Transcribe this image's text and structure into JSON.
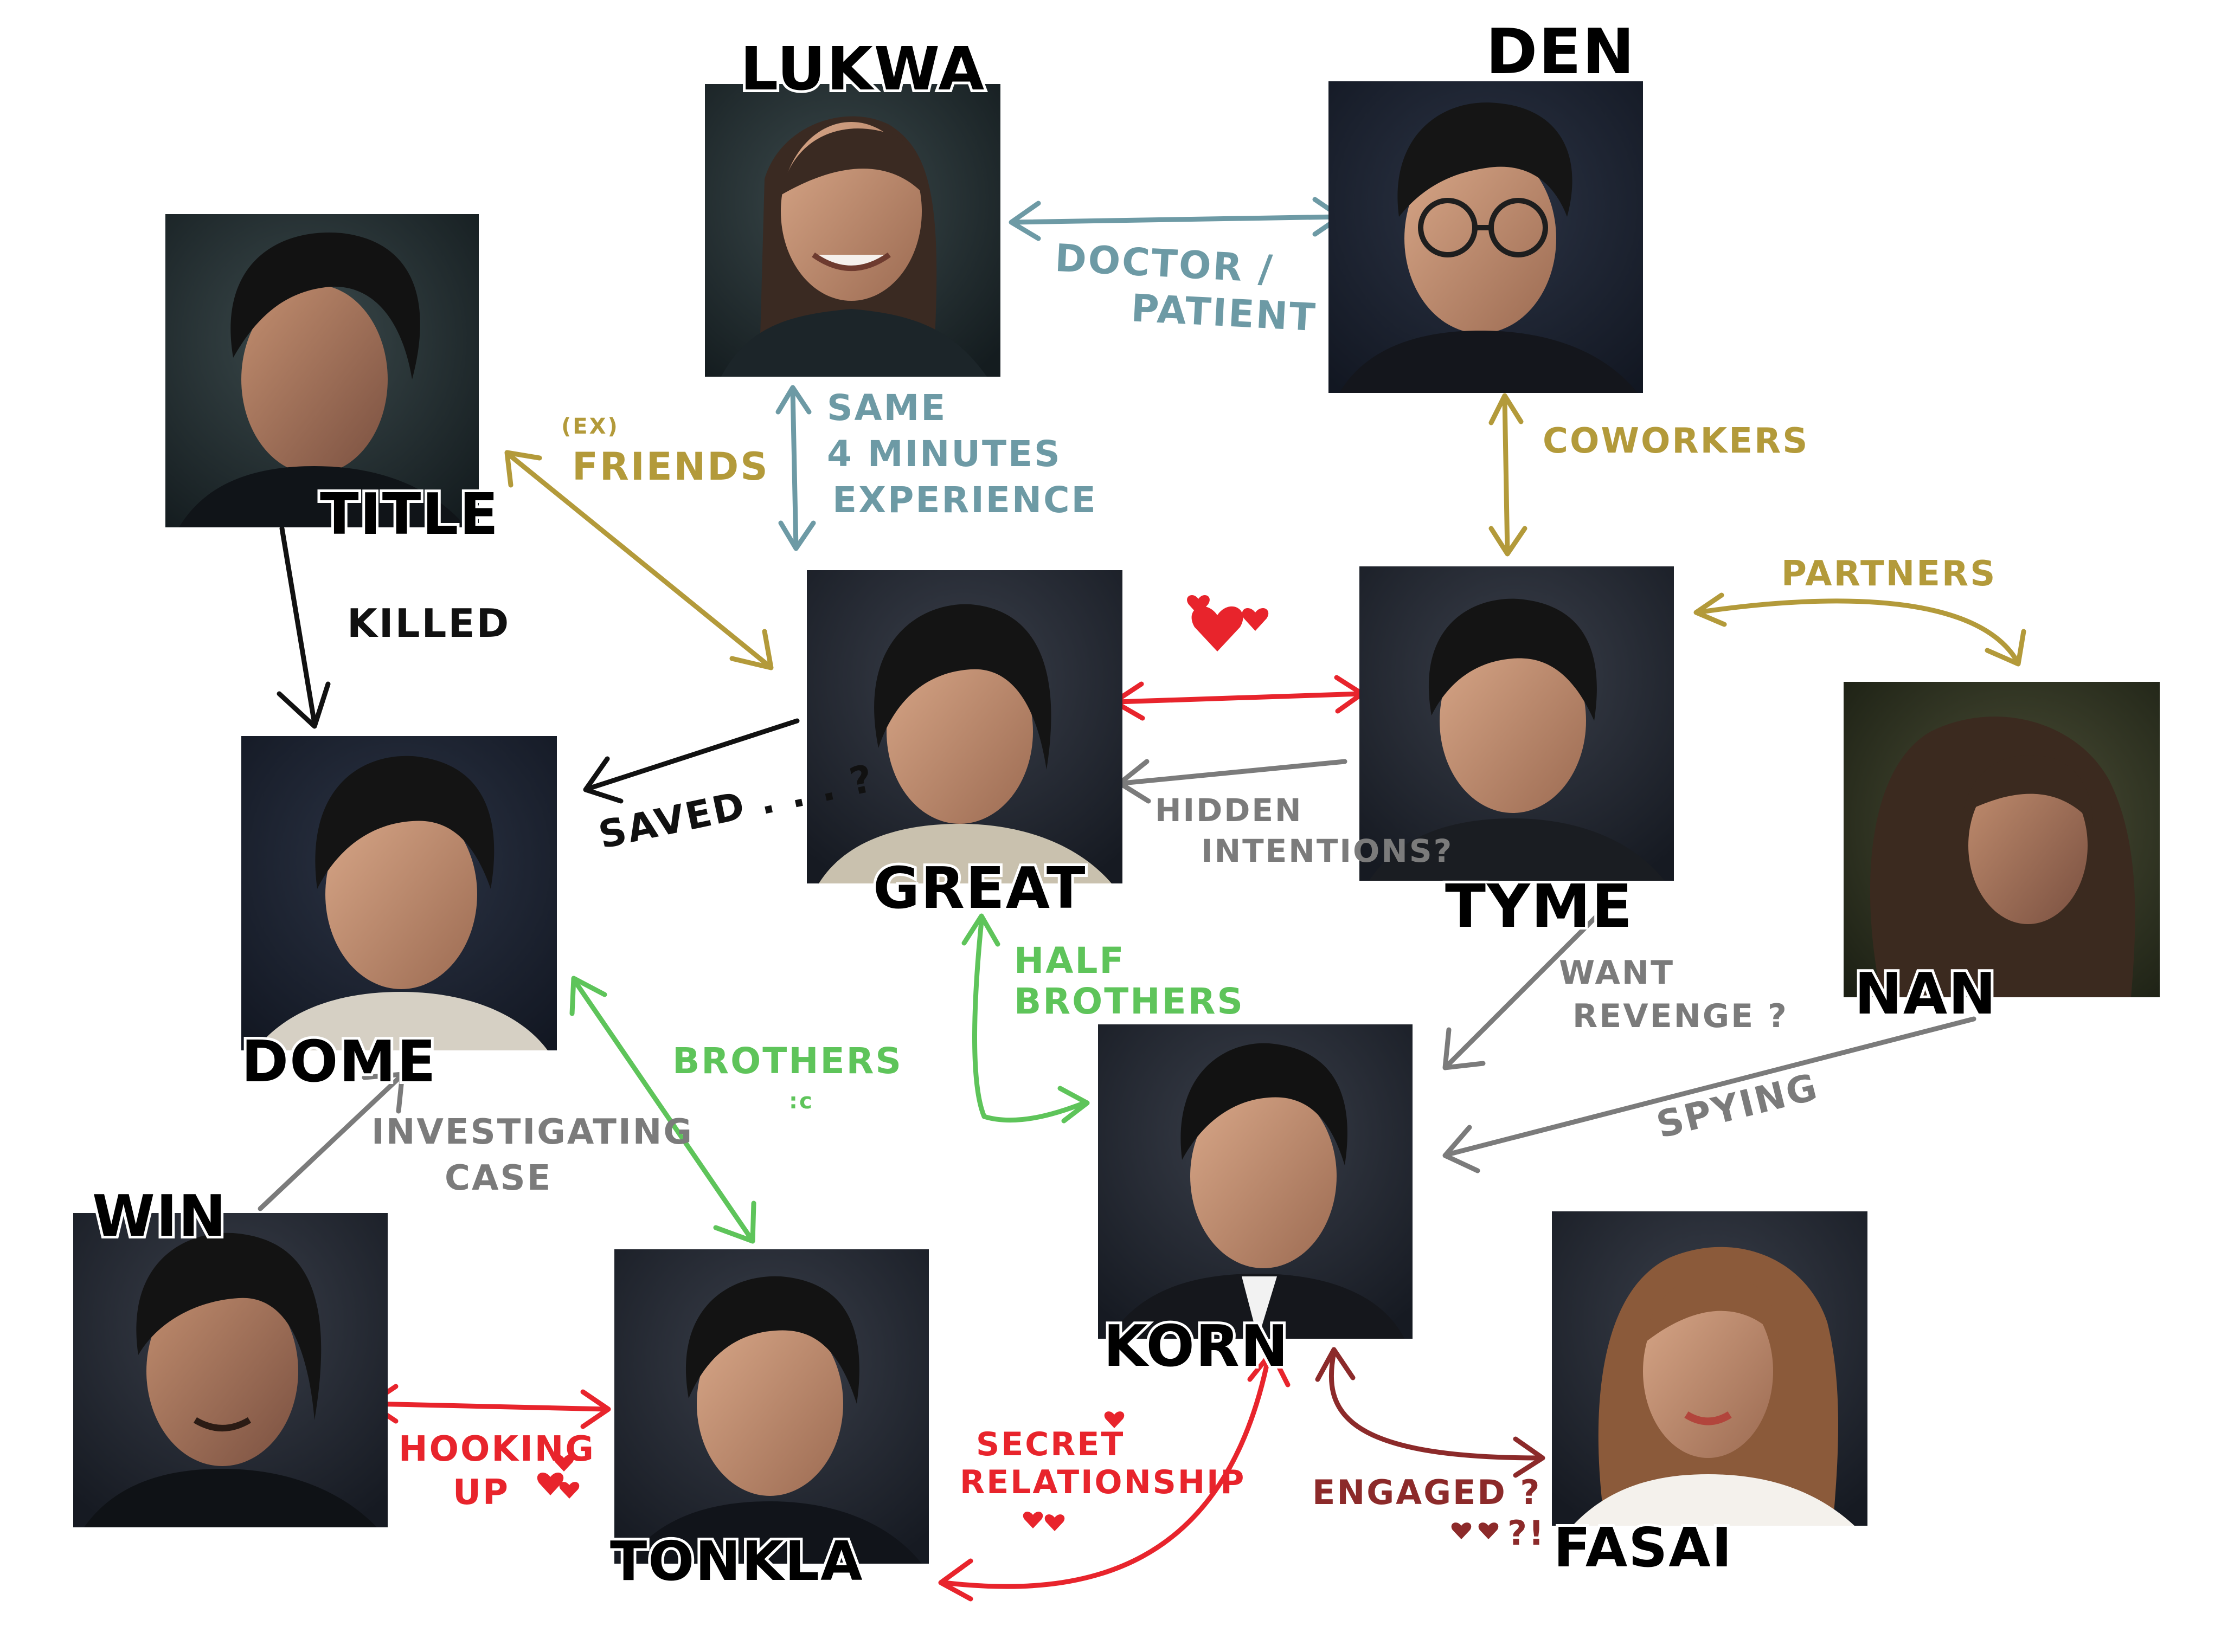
{
  "colors": {
    "background": "#ffffff",
    "black": "#111111",
    "gold": "#b39a3a",
    "teal": "#6d9aa5",
    "red": "#e8242c",
    "green": "#5ec45a",
    "gray": "#7b7b7b",
    "darkred": "#8c2a2a"
  },
  "characters": [
    {
      "id": "lukwa",
      "name": "LUKWA",
      "icon": "woman-portrait-photo"
    },
    {
      "id": "den",
      "name": "DEN",
      "icon": "man-with-glasses-portrait-photo"
    },
    {
      "id": "title",
      "name": "TITLE",
      "icon": "man-portrait-photo"
    },
    {
      "id": "great",
      "name": "GREAT",
      "icon": "man-portrait-photo"
    },
    {
      "id": "tyme",
      "name": "TYME",
      "icon": "man-portrait-photo"
    },
    {
      "id": "nan",
      "name": "NAN",
      "icon": "woman-curly-hair-portrait-photo"
    },
    {
      "id": "dome",
      "name": "DOME",
      "icon": "man-portrait-photo"
    },
    {
      "id": "korn",
      "name": "KORN",
      "icon": "man-in-suit-portrait-photo"
    },
    {
      "id": "win",
      "name": "WIN",
      "icon": "man-portrait-photo"
    },
    {
      "id": "tonkla",
      "name": "TONKLA",
      "icon": "man-portrait-photo"
    },
    {
      "id": "fasai",
      "name": "FASAI",
      "icon": "woman-portrait-photo"
    }
  ],
  "relationships": {
    "doctor_patient": {
      "lines": [
        "DOCTOR /",
        "PATIENT"
      ],
      "color": "teal"
    },
    "same_experience": {
      "lines": [
        "SAME",
        "4 MINUTES",
        "EXPERIENCE"
      ],
      "color": "teal"
    },
    "friends": {
      "prefix": "(EX)",
      "lines": [
        "FRIENDS"
      ],
      "color": "gold"
    },
    "coworkers": {
      "lines": [
        "COWORKERS"
      ],
      "color": "gold"
    },
    "partners": {
      "lines": [
        "PARTNERS"
      ],
      "color": "gold"
    },
    "killed": {
      "lines": [
        "KILLED"
      ],
      "color": "black"
    },
    "saved": {
      "lines": [
        "SAVED . . . ?"
      ],
      "color": "black"
    },
    "great_tyme_love": {
      "lines": [],
      "color": "red"
    },
    "hidden_intentions": {
      "lines": [
        "HIDDEN",
        "INTENTIONS?"
      ],
      "color": "gray"
    },
    "half_brothers": {
      "lines": [
        "HALF",
        "BROTHERS"
      ],
      "color": "green"
    },
    "brothers": {
      "lines": [
        "BROTHERS",
        ":c"
      ],
      "color": "green"
    },
    "want_revenge": {
      "lines": [
        "WANT",
        "REVENGE ?"
      ],
      "color": "gray"
    },
    "spying": {
      "lines": [
        "SPYING"
      ],
      "color": "gray"
    },
    "investigating": {
      "lines": [
        "INVESTIGATING",
        "CASE"
      ],
      "color": "gray"
    },
    "hooking_up": {
      "lines": [
        "HOOKING",
        "UP"
      ],
      "color": "red"
    },
    "secret_relationship": {
      "lines": [
        "SECRET",
        "RELATIONSHIP"
      ],
      "color": "red"
    },
    "engaged": {
      "lines": [
        "ENGAGED ?",
        "?!"
      ],
      "color": "darkred"
    }
  }
}
